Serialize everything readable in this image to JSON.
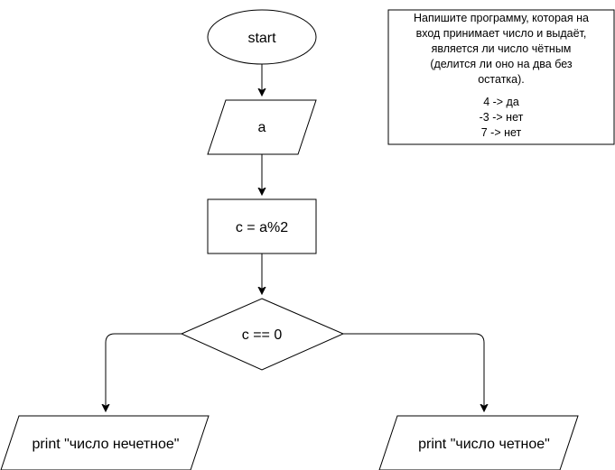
{
  "diagram": {
    "nodes": {
      "start": {
        "label": "start",
        "shape": "ellipse"
      },
      "input": {
        "label": "a",
        "shape": "parallelogram"
      },
      "process": {
        "label": "c = a%2",
        "shape": "rectangle"
      },
      "decision": {
        "label": "c == 0",
        "shape": "diamond"
      },
      "output_odd": {
        "label": "print \"число нечетное\"",
        "shape": "parallelogram"
      },
      "output_even": {
        "label": "print \"число четное\"",
        "shape": "parallelogram"
      }
    },
    "note": {
      "lines": [
        "Напишите программу, которая на",
        "вход принимает число и выдаёт,",
        "является ли число чётным",
        "(делится ли оно на два без",
        "остатка).",
        "4 -> да",
        "-3 -> нет",
        "7 -> нет"
      ]
    },
    "colors": {
      "stroke": "#000000",
      "fill": "#ffffff",
      "text": "#000000"
    }
  }
}
